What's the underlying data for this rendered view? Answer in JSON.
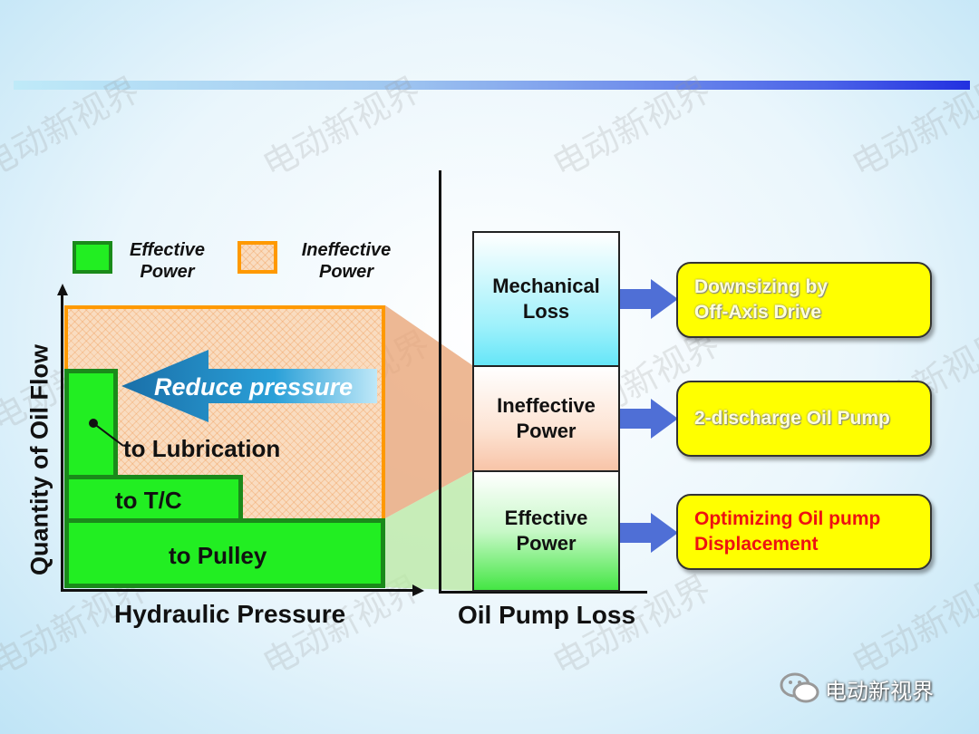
{
  "legend": {
    "effective": "Effective\nPower",
    "ineffective": "Ineffective\nPower"
  },
  "left_chart": {
    "y_axis_label": "Quantity of Oil Flow",
    "x_axis_label": "Hydraulic Pressure",
    "reduce_label": "Reduce pressure",
    "blocks": {
      "lubrication": "to Lubrication",
      "tc": "to T/C",
      "pulley": "to Pulley"
    }
  },
  "right_chart": {
    "x_axis_label": "Oil Pump Loss",
    "segments": {
      "mechanical": "Mechanical\nLoss",
      "ineffective": "Ineffective\nPower",
      "effective": "Effective\nPower"
    }
  },
  "callouts": {
    "mechanical": "Downsizing by\nOff-Axis Drive",
    "ineffective": "2-discharge Oil Pump",
    "effective": "Optimizing Oil pump\nDisplacement"
  },
  "watermark": "电动新视界",
  "footer_logo_text": "电动新视界",
  "colors": {
    "effective_green": "#22ee22",
    "ineffective_orange": "#ff9900",
    "callout_yellow": "#ffff00",
    "arrow_blue": "#4f6fd6"
  }
}
